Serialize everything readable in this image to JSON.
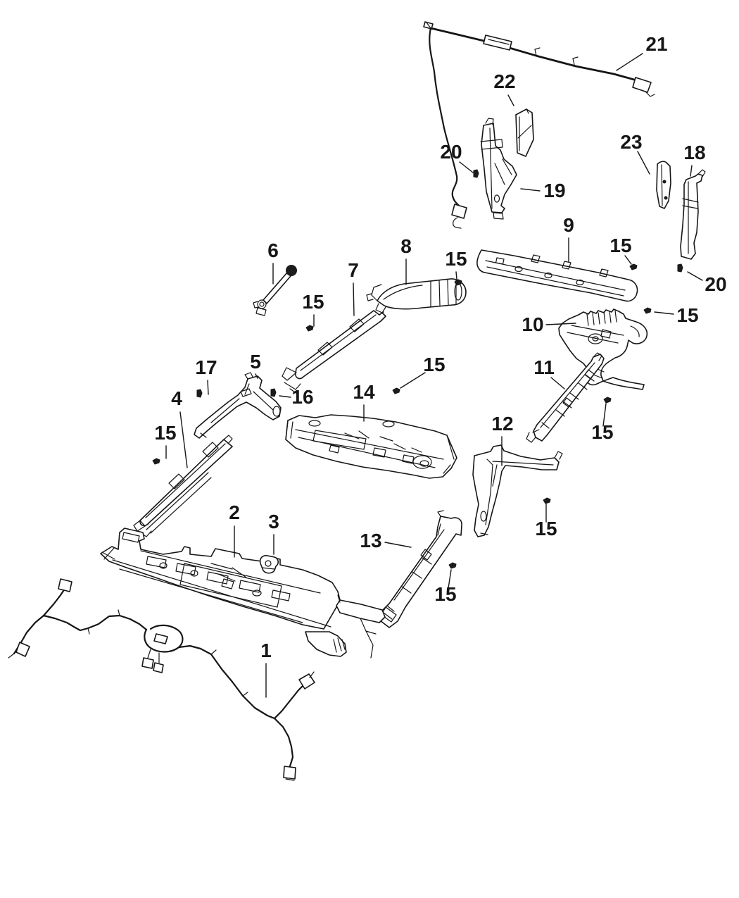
{
  "diagram": {
    "colors": {
      "background": "#ffffff",
      "line": "#161616"
    },
    "callouts": {
      "c1": "1",
      "c2": "2",
      "c3": "3",
      "c4": "4",
      "c5": "5",
      "c6": "6",
      "c7": "7",
      "c8": "8",
      "c9": "9",
      "c10": "10",
      "c11": "11",
      "c12": "12",
      "c13": "13",
      "c14": "14",
      "c16": "16",
      "c17": "17",
      "c18": "18",
      "c19": "19",
      "c21": "21",
      "c22": "22",
      "c23": "23",
      "c15a": "15",
      "c15b": "15",
      "c15c": "15",
      "c15d": "15",
      "c15e": "15",
      "c15f": "15",
      "c15g": "15",
      "c15h": "15",
      "c15i": "15",
      "c20a": "20",
      "c20b": "20"
    }
  }
}
